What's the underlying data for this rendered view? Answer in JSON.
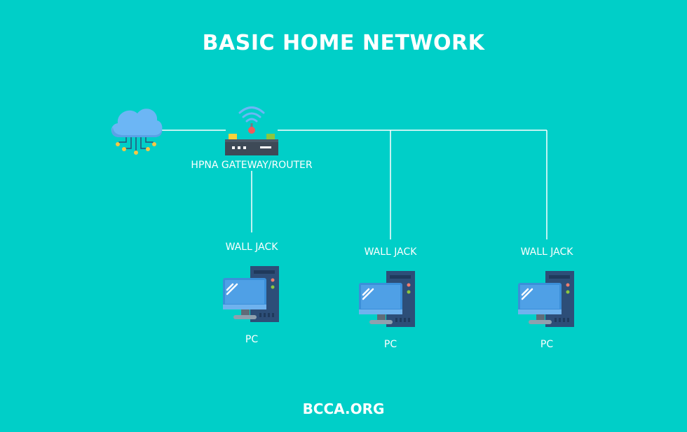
{
  "title": "BASIC HOME NETWORK",
  "footer": "BCCA.ORG",
  "router": {
    "label": "HPNA GATEWAY/ROUTER",
    "icon": "router-icon"
  },
  "cloud": {
    "icon": "cloud-icon"
  },
  "branches": [
    {
      "jack_label": "WALL JACK",
      "pc_label": "PC",
      "icon": "computer-icon"
    },
    {
      "jack_label": "WALL JACK",
      "pc_label": "PC",
      "icon": "computer-icon"
    },
    {
      "jack_label": "WALL JACK",
      "pc_label": "PC",
      "icon": "computer-icon"
    }
  ],
  "colors": {
    "background": "#00CFC8",
    "line": "#ffffff",
    "cloud": "#6CB6F5",
    "router_body": "#3E4A57",
    "monitor": "#3B8FD9",
    "tower": "#2D4E78"
  }
}
